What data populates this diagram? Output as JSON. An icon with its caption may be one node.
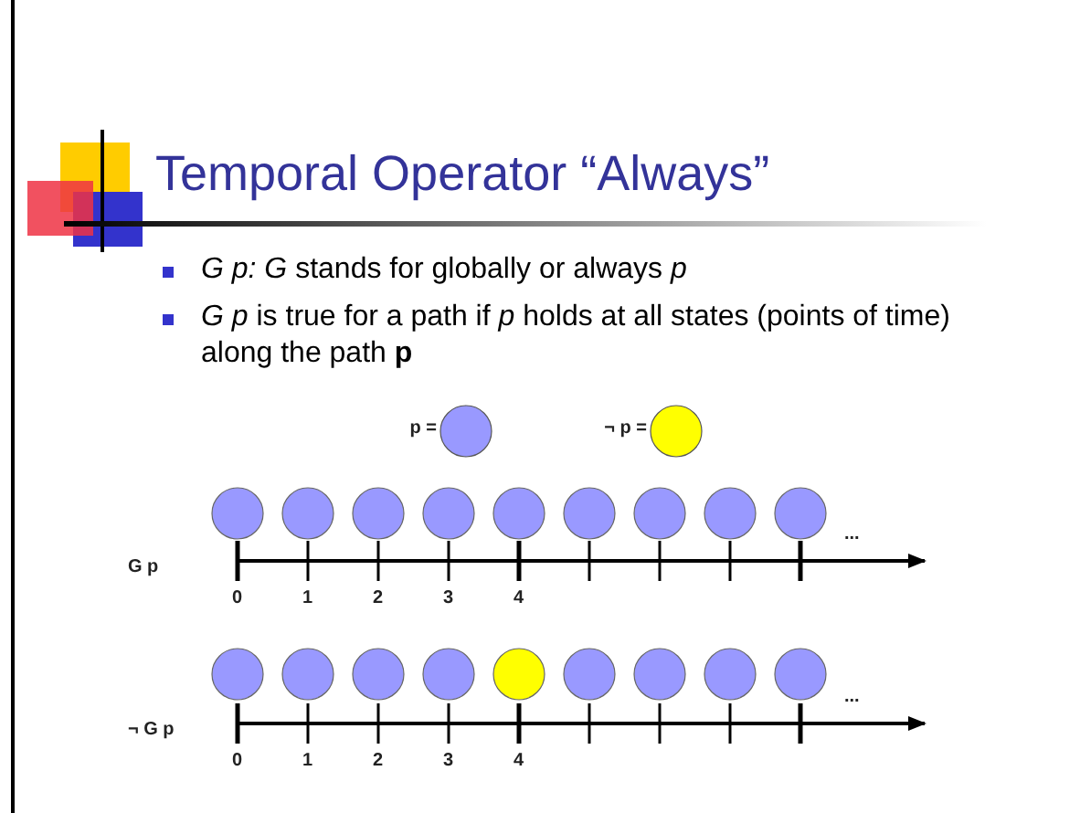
{
  "diagram": {
    "title": "Temporal Operator “Always”",
    "labels": [
      "*G p: G* stands for globally or always *p*",
      "*G p* is true for a path if *p* holds at all states (points of time) along the path **p**",
      "G p",
      "0",
      "1",
      "2",
      "3",
      "4",
      "...",
      "¬ G p",
      "0",
      "1",
      "2",
      "3",
      "4",
      "..."
    ],
    "legend": [
      {
        "text": "p =",
        "color": "#9999ff"
      },
      {
        "text": "¬ p =",
        "color": "#ffff00"
      }
    ]
  }
}
